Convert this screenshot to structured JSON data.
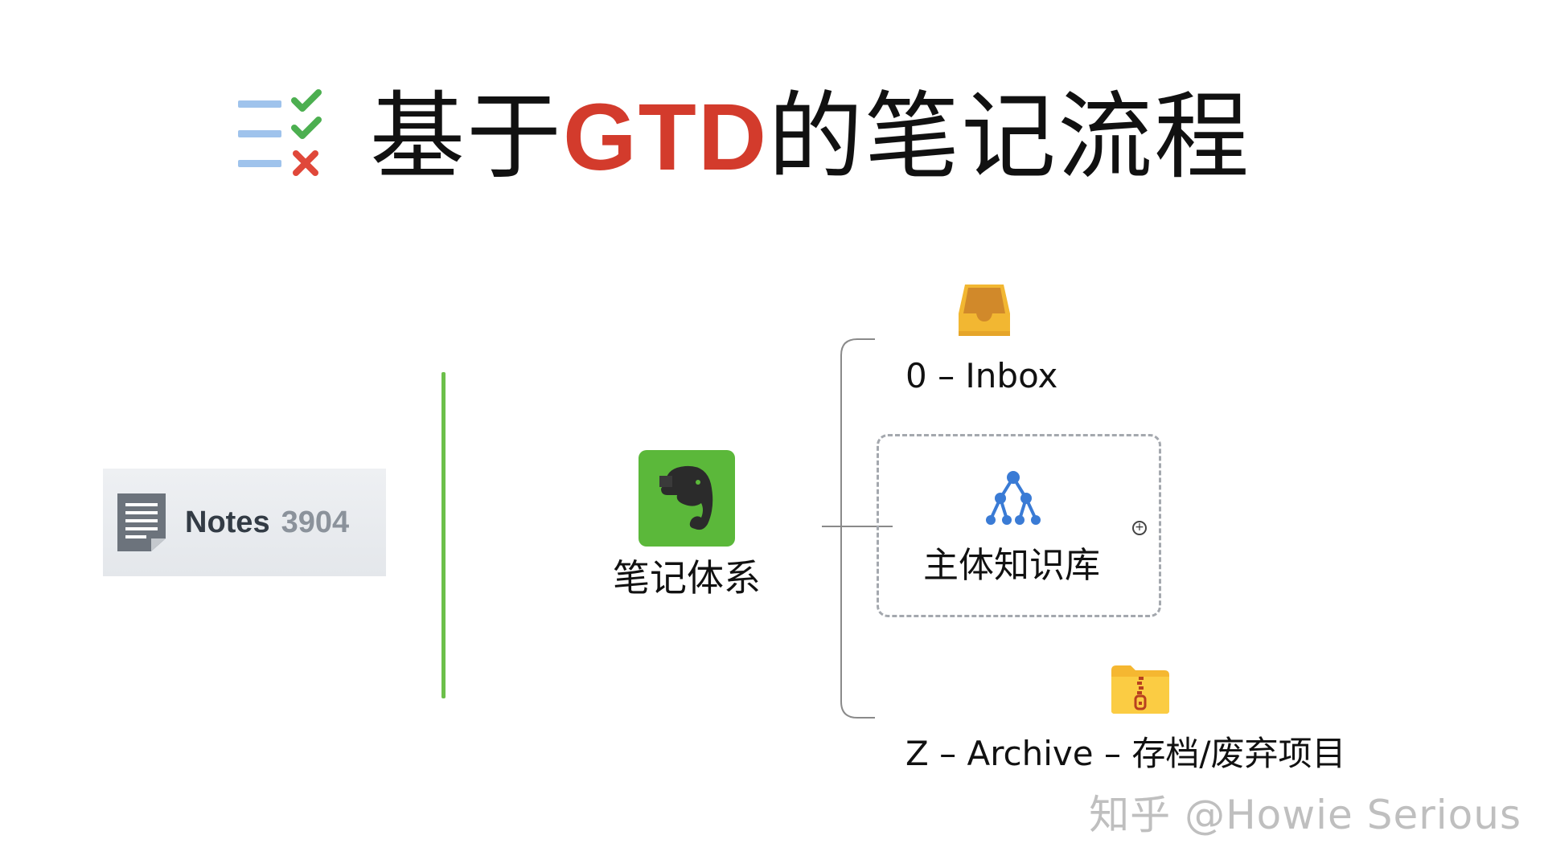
{
  "title": {
    "prefix": "基于",
    "highlight": "GTD",
    "suffix": "的笔记流程",
    "highlight_color": "#d33b2c"
  },
  "title_icon": "checklist-icon",
  "notes_card": {
    "label": "Notes",
    "count": "3904",
    "icon": "note-document-icon"
  },
  "center_node": {
    "label": "笔记体系",
    "icon": "evernote-elephant-icon",
    "icon_color": "#5bb83a"
  },
  "branches": [
    {
      "label": "0 – Inbox",
      "icon": "inbox-tray-icon"
    },
    {
      "label": "主体知识库",
      "icon": "hierarchy-tree-icon",
      "collapsed_marker": "+"
    },
    {
      "label": "Z – Archive – 存档/废弃项目",
      "icon": "zip-folder-icon"
    }
  ],
  "divider_color": "#6cc04a",
  "watermark": "知乎 @Howie Serious"
}
